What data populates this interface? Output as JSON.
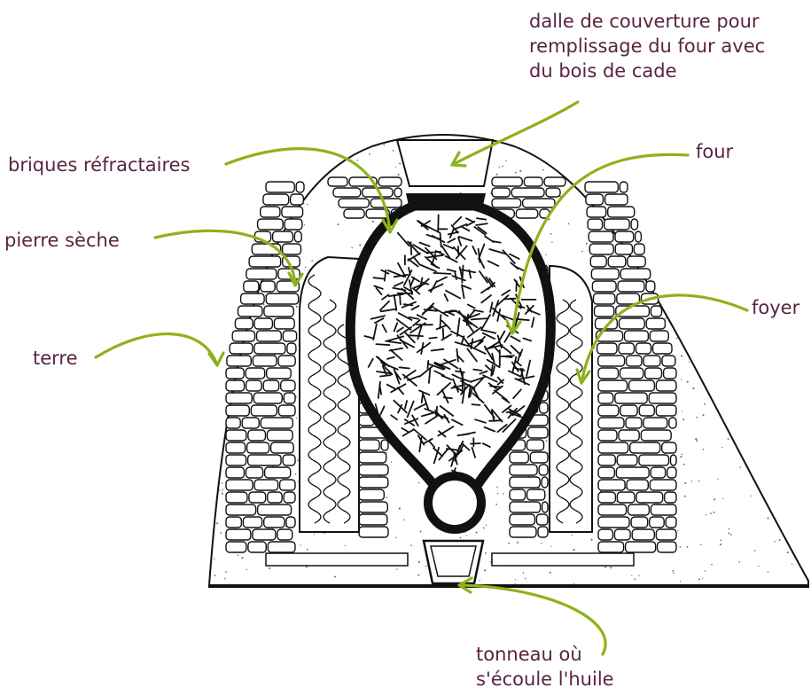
{
  "colors": {
    "label": "#5a2342",
    "arrow": "#8db21a",
    "ink": "#111111",
    "dots": "#6a6a6a"
  },
  "labels": {
    "dalle": [
      "dalle de couverture pour",
      "remplissage du four avec",
      "du bois de cade"
    ],
    "briques": "briques réfractaires",
    "pierre": "pierre sèche",
    "terre": "terre",
    "four": "four",
    "foyer": "foyer",
    "tonneau": [
      "tonneau où",
      "s'écoule l'huile"
    ]
  }
}
